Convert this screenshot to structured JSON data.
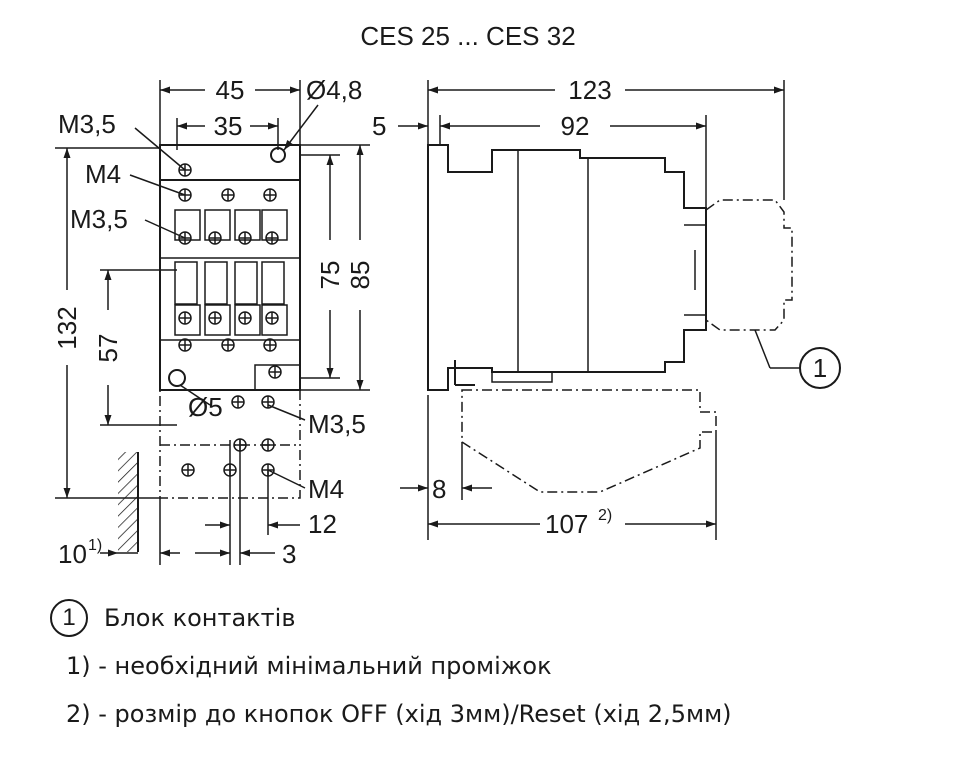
{
  "title": "CES 25 ... CES 32",
  "dimensions": {
    "d45": "45",
    "d35": "35",
    "hole_dia": "Ø4,8",
    "d123": "123",
    "d92": "92",
    "d5": "5",
    "d132": "132",
    "d57": "57",
    "d75": "75",
    "d85": "85",
    "hole_dia2": "Ø5",
    "d10": "10",
    "d10_note": "1)",
    "d3": "3",
    "d12": "12",
    "d8": "8",
    "d107": "107",
    "d107_note": "2)"
  },
  "thread_labels": {
    "m35_top": "M3,5",
    "m4_top": "M4",
    "m35_mid": "M3,5",
    "m35_right": "M3,5",
    "m4_bottom": "M4"
  },
  "callout": "1",
  "legend": {
    "item_number": "1",
    "item_label": "Блок контактів",
    "note1": "1) - необхідний мінімальний проміжок",
    "note2": "2) - розмір до кнопок OFF (хід 3мм)/Reset (хід 2,5мм)"
  }
}
